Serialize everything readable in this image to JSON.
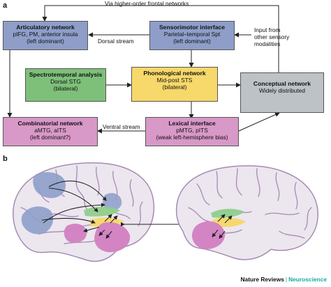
{
  "panel_a": {
    "label": "a",
    "feedback_label": "Via higher-order frontal networks",
    "dorsal_stream_label": "Dorsal stream",
    "ventral_stream_label": "Ventral stream",
    "input_label": [
      "Input from",
      "other sensory",
      "modalities"
    ],
    "boxes": {
      "articulatory": {
        "title": "Articulatory network",
        "lines": [
          "pIFG, PM, anterior insula",
          "(left dominant)"
        ],
        "color": "#8e9ec9"
      },
      "sensorimotor": {
        "title": "Sensorimotor interface",
        "lines": [
          "Parietal–temporal Spt",
          "(left dominant)"
        ],
        "color": "#8e9ec9"
      },
      "spectrotemporal": {
        "title": "Spectrotemporal analysis",
        "lines": [
          "Dorsal STG",
          "(bilateral)"
        ],
        "color": "#7ec07a"
      },
      "phonological": {
        "title": "Phonological network",
        "lines": [
          "Mid-post STS",
          "(bilateral)"
        ],
        "color": "#f7d86a"
      },
      "conceptual": {
        "title": "Conceptual network",
        "lines": [
          "Widely distributed"
        ],
        "color": "#bcc2c6"
      },
      "combinatorial": {
        "title": "Combinatorial network",
        "lines": [
          "aMTG, aITS",
          "(left dominant?)"
        ],
        "color": "#d898c8"
      },
      "lexical": {
        "title": "Lexical interface",
        "lines": [
          "pMTG, pITS",
          "(weak left-hemisphere bias)"
        ],
        "color": "#d898c8"
      }
    }
  },
  "panel_b": {
    "label": "b",
    "region_colors": {
      "articulatory": "#8e9ec9",
      "spectrotemporal": "#8fcf8a",
      "phonological": "#f5d868",
      "lexical_combinatorial": "#d27fc0",
      "brain": "#ece6ef",
      "sulci": "#a68bb2"
    }
  },
  "footer": {
    "journal": "Nature Reviews",
    "separator": "|",
    "section": "Neuroscience"
  }
}
